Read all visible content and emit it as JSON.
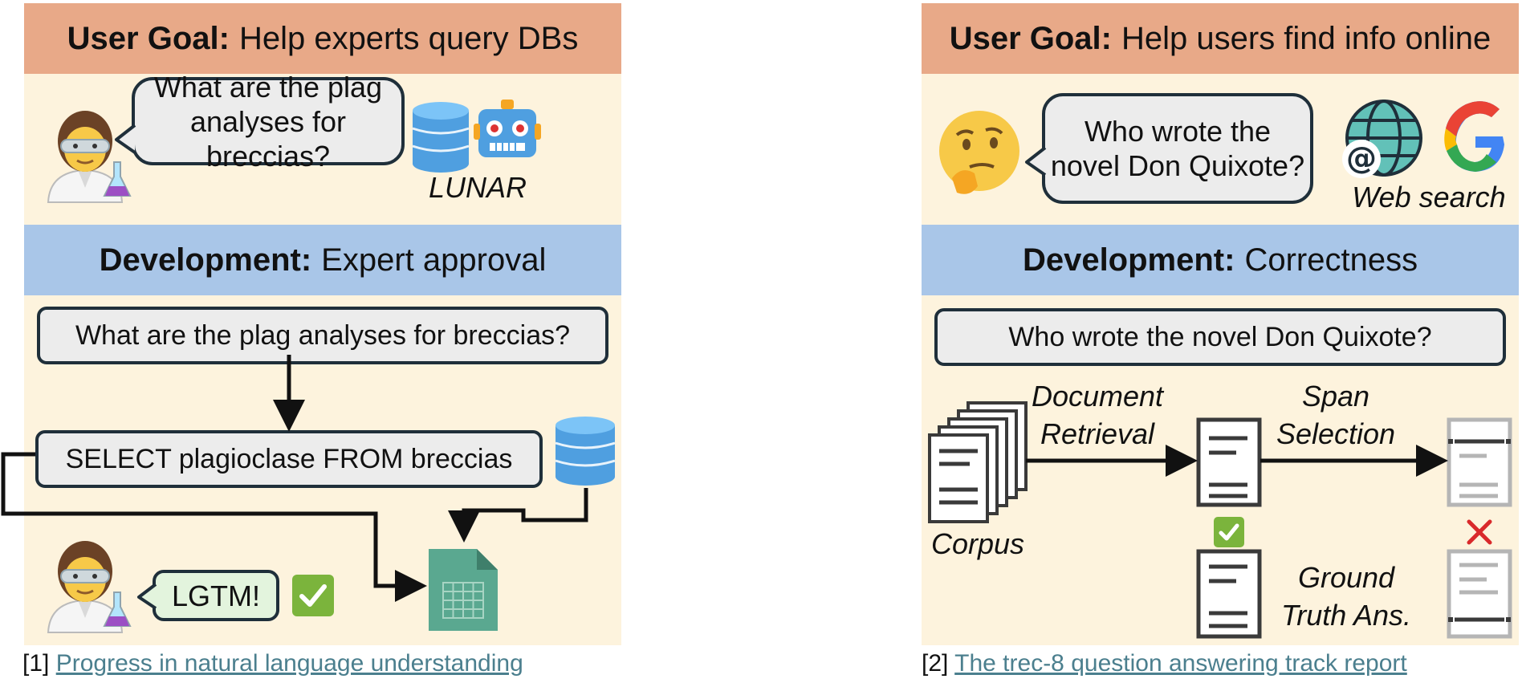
{
  "left": {
    "goal_bold": "User Goal:",
    "goal_text": "Help experts query DBs",
    "question": "What are the plag\nanalyses for breccias?",
    "db_label": "LUNAR",
    "dev_bold": "Development:",
    "dev_text": "Expert approval",
    "query": "What are the plag analyses for breccias?",
    "sql": "SELECT plagioclase FROM breccias",
    "reply": "LGTM!",
    "ref_num": "[1]",
    "ref_title": "Progress in natural language understanding"
  },
  "right": {
    "goal_bold": "User Goal:",
    "goal_text": "Help users find info online",
    "question": "Who wrote the\nnovel Don Quixote?",
    "search_label": "Web search",
    "dev_bold": "Development:",
    "dev_text": "Correctness",
    "query": "Who wrote the novel Don Quixote?",
    "step1": "Document\nRetrieval",
    "step2": "Span\nSelection",
    "corpus": "Corpus",
    "truth": "Ground\nTruth Ans.",
    "ref_num": "[2]",
    "ref_title": "The trec-8 question answering track report"
  },
  "colors": {
    "goal_header": "#e8a988",
    "dev_header": "#a9c6e8",
    "panel_bg": "#fdf3dd",
    "check_green": "#7bb43c",
    "cross_red": "#d9292b",
    "db_blue": "#4f9fe0",
    "sheet_green": "#5aa890"
  }
}
